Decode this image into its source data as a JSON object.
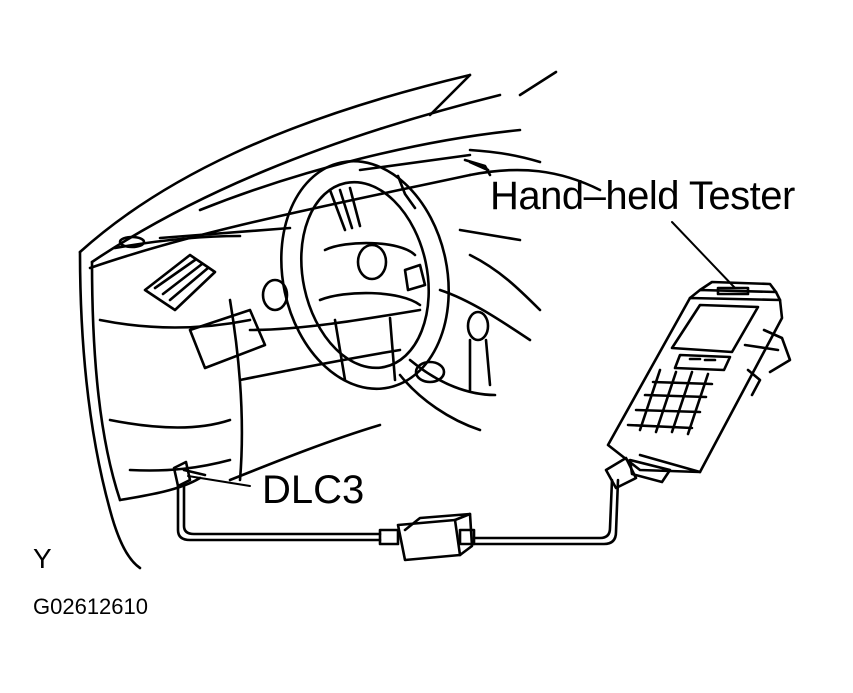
{
  "labels": {
    "tester": "Hand–held Tester",
    "dlc3": "DLC3",
    "region_code": "Y",
    "figure_code": "G02612610"
  }
}
